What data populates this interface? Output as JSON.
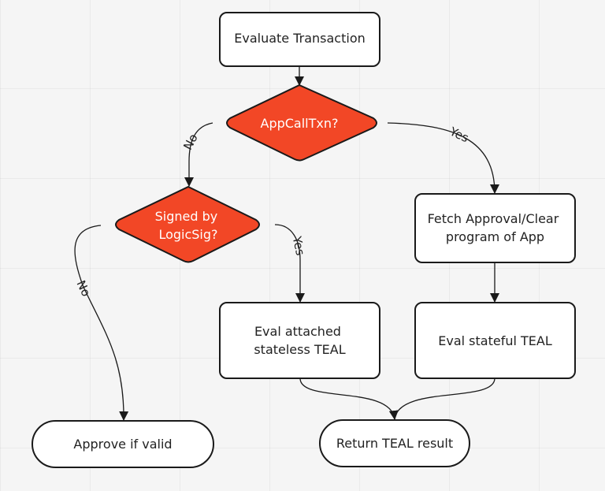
{
  "colors": {
    "decision_fill": "#f24726",
    "process_fill": "#ffffff",
    "stroke": "#1a1a1a",
    "background": "#f5f5f5"
  },
  "nodes": {
    "evaluate": {
      "lines": [
        "Evaluate Transaction"
      ]
    },
    "appcall": {
      "lines": [
        "AppCallTxn?"
      ]
    },
    "logicsig": {
      "lines": [
        "Signed by",
        "LogicSig?"
      ]
    },
    "fetch": {
      "lines": [
        "Fetch Approval/Clear",
        "program of App"
      ]
    },
    "stateless": {
      "lines": [
        "Eval attached",
        "stateless TEAL"
      ]
    },
    "stateful": {
      "lines": [
        "Eval stateful TEAL"
      ]
    },
    "approve": {
      "lines": [
        "Approve if valid"
      ]
    },
    "result": {
      "lines": [
        "Return TEAL result"
      ]
    }
  },
  "edges": {
    "appcall_no": "No",
    "appcall_yes": "Yes",
    "logicsig_no": "No",
    "logicsig_yes": "Yes"
  }
}
